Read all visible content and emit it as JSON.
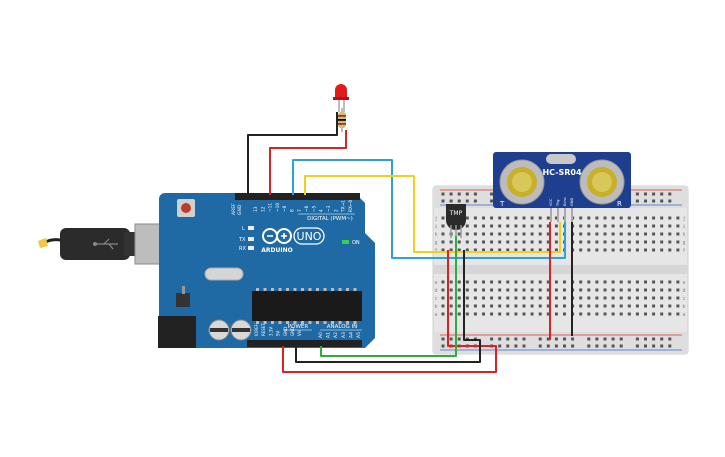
{
  "board": {
    "aref_label": "AREF",
    "gnd_label": "GND",
    "digital_pin_labels": [
      "13",
      "12",
      "~11",
      "~10",
      "~9",
      "8",
      "7",
      "~6",
      "~5",
      "4",
      "~3",
      "2",
      "TX→1",
      "RX←0"
    ],
    "digital_label": "DIGITAL (PWM~)",
    "l_label": "L",
    "tx_label": "TX",
    "rx_label": "RX",
    "brand": "ARDUINO",
    "model": "UNO",
    "on_label": "ON",
    "power_label": "POWER",
    "analog_label": "ANALOG IN",
    "power_pin_labels": [
      "IOREF",
      "RESET",
      "3.3V",
      "5V",
      "GND",
      "GND",
      "Vin"
    ],
    "analog_pin_labels": [
      "A0",
      "A1",
      "A2",
      "A3",
      "A4",
      "A5"
    ]
  },
  "sensor": {
    "name": "HC-SR04",
    "pin_labels": [
      "VCC",
      "Trig",
      "Echo",
      "GND"
    ],
    "t_label": "T",
    "r_label": "R"
  },
  "temp_sensor": {
    "label": "TMP"
  },
  "breadboard": {
    "row_letters_top": [
      "j",
      "i",
      "h",
      "g",
      "f"
    ],
    "row_letters_bottom": [
      "e",
      "d",
      "c",
      "b",
      "a"
    ],
    "columns": 30
  },
  "colors": {
    "board": "#1f6aa5",
    "board_dark": "#174f7d",
    "wire_red": "#e02020",
    "wire_black": "#222222",
    "wire_yellow": "#f2cf1d",
    "wire_blue": "#2aa3d8",
    "wire_green": "#2dae3c",
    "breadboard": "#e8e8e8",
    "sensor_board": "#1e3f8f",
    "led": "#e11b1b"
  }
}
